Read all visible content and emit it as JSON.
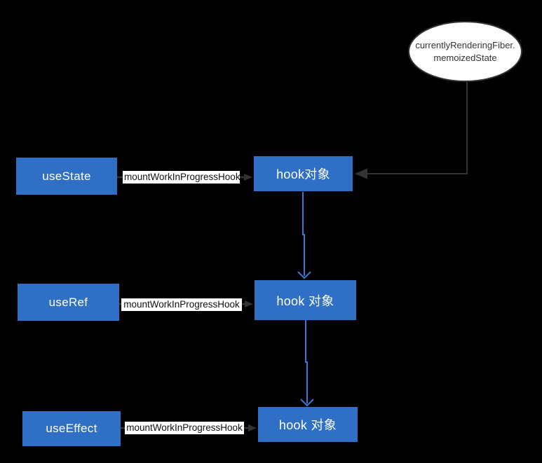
{
  "diagram": {
    "title_node": {
      "line1": "currentlyRenderingFiber.",
      "line2": "memoizedState"
    },
    "rows": [
      {
        "hook_label": "useState",
        "edge_label": "mountWorkInProgressHook",
        "object_label": "hook对象"
      },
      {
        "hook_label": "useRef",
        "edge_label": "mountWorkInProgressHook",
        "object_label": "hook 对象"
      },
      {
        "hook_label": "useEffect",
        "edge_label": "mountWorkInProgressHook",
        "object_label": "hook 对象"
      }
    ],
    "colors": {
      "background": "#000000",
      "node_fill": "#2F70C6",
      "node_text": "#FFFFFF",
      "blue_connector": "#3A78D8",
      "dark_connector": "#333333",
      "edge_label_bg": "#FFFFFF",
      "edge_label_text": "#111111",
      "ellipse_fill": "#FFFFFF",
      "ellipse_border": "#333333",
      "ellipse_text": "#333333"
    }
  }
}
